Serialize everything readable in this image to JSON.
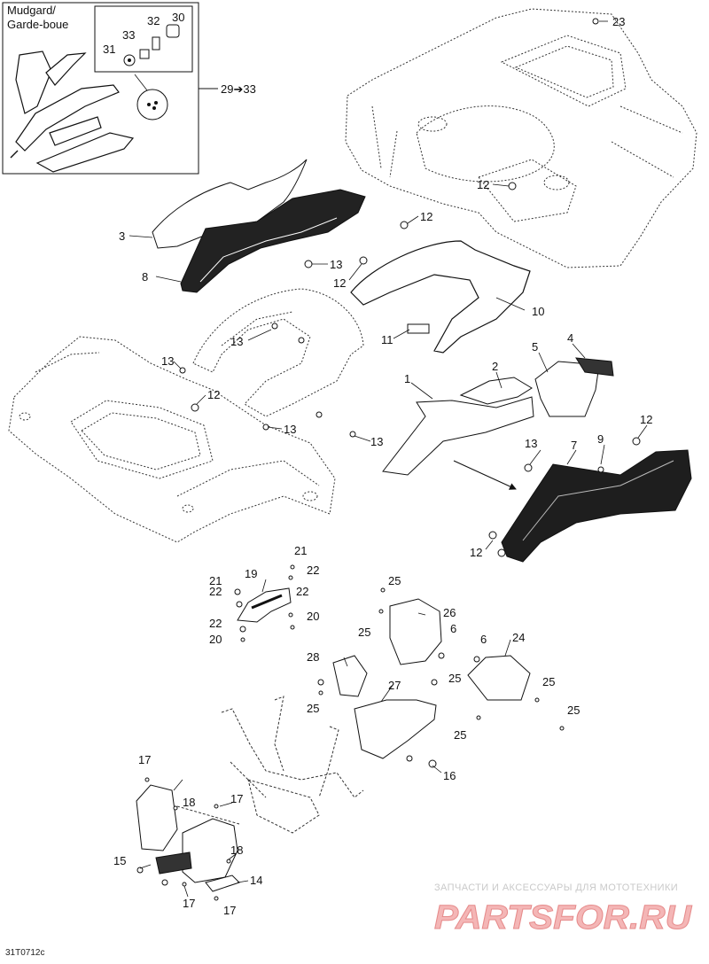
{
  "inset": {
    "title_line1": "Mudgard/",
    "title_line2": "Garde-boue",
    "range_label": "29➔33"
  },
  "callouts": {
    "c1": "1",
    "c2": "2",
    "c3": "3",
    "c4": "4",
    "c5": "5",
    "c6": "6",
    "c7": "7",
    "c8": "8",
    "c9": "9",
    "c10": "10",
    "c11": "11",
    "c12": "12",
    "c13": "13",
    "c14": "14",
    "c15": "15",
    "c16": "16",
    "c17": "17",
    "c18": "18",
    "c19": "19",
    "c20": "20",
    "c21": "21",
    "c22": "22",
    "c23": "23",
    "c24": "24",
    "c25": "25",
    "c26": "26",
    "c27": "27",
    "c28": "28",
    "c30": "30",
    "c31": "31",
    "c32": "32",
    "c33": "33"
  },
  "watermark": {
    "tagline": "ЗАПЧАСТИ И АКСЕССУАРЫ ДЛЯ МОТОТЕХНИКИ",
    "logo": "PARTSFOR.RU"
  },
  "diagram_code": "31T0712c"
}
